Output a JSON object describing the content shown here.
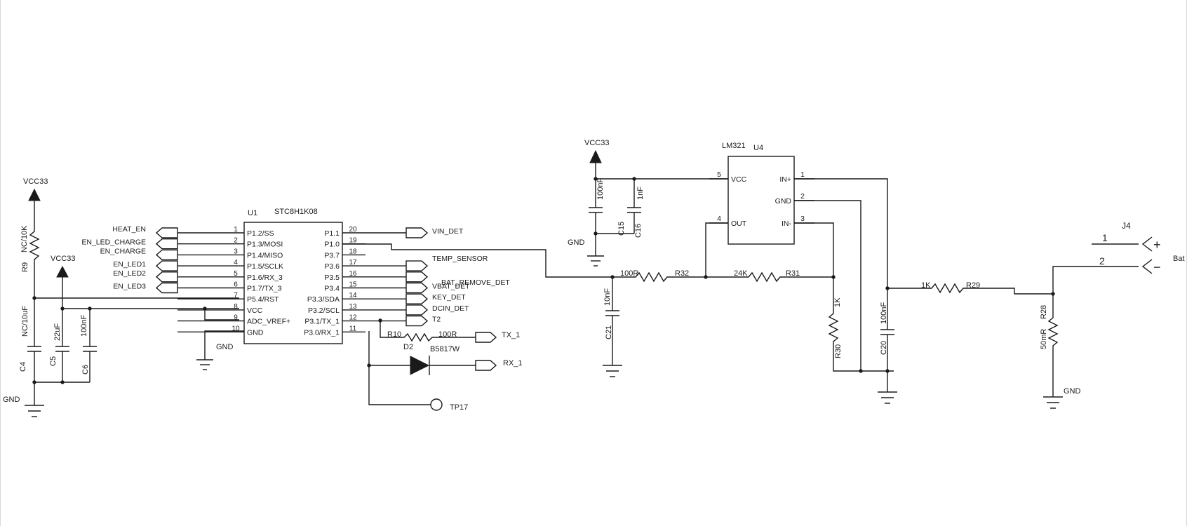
{
  "power": {
    "vcc33": "VCC33",
    "gnd": "GND"
  },
  "u1": {
    "ref": "U1",
    "part": "STC8H1K08",
    "left_pins": [
      {
        "num": "1",
        "name": "P1.2/SS"
      },
      {
        "num": "2",
        "name": "P1.3/MOSI"
      },
      {
        "num": "3",
        "name": "P1.4/MISO"
      },
      {
        "num": "4",
        "name": "P1.5/SCLK"
      },
      {
        "num": "5",
        "name": "P1.6/RX_3"
      },
      {
        "num": "6",
        "name": "P1.7/TX_3"
      },
      {
        "num": "7",
        "name": "P5.4/RST"
      },
      {
        "num": "8",
        "name": "VCC"
      },
      {
        "num": "9",
        "name": "ADC_VREF+"
      },
      {
        "num": "10",
        "name": "GND"
      }
    ],
    "right_pins": [
      {
        "num": "20",
        "name": "P1.1"
      },
      {
        "num": "19",
        "name": "P1.0"
      },
      {
        "num": "18",
        "name": "P3.7"
      },
      {
        "num": "17",
        "name": "P3.6"
      },
      {
        "num": "16",
        "name": "P3.5"
      },
      {
        "num": "15",
        "name": "P3.4"
      },
      {
        "num": "14",
        "name": "P3.3/SDA"
      },
      {
        "num": "13",
        "name": "P3.2/SCL"
      },
      {
        "num": "12",
        "name": "P3.1/TX_1"
      },
      {
        "num": "11",
        "name": "P3.0/RX_1"
      }
    ]
  },
  "left_nets": [
    "HEAT_EN",
    "EN_LED_CHARGE",
    "EN_CHARGE",
    "EN_LED1",
    "EN_LED2",
    "EN_LED3"
  ],
  "right_nets": [
    "VIN_DET",
    "TEMP_SENSOR",
    "BAT_REMOVE_DET",
    "VBAT_DET",
    "KEY_DET",
    "DCIN_DET",
    "T2"
  ],
  "r9": {
    "ref": "R9",
    "value": "NC/10K"
  },
  "c4": {
    "ref": "C4",
    "value": "NC/10uF"
  },
  "c5": {
    "ref": "C5",
    "value": "22uF"
  },
  "c6": {
    "ref": "C6",
    "value": "100nF"
  },
  "r10": {
    "ref": "R10",
    "value": "100R"
  },
  "d2": {
    "ref": "D2",
    "value": "B5817W"
  },
  "tx_net": "TX_1",
  "rx_net": "RX_1",
  "tp17": "TP17",
  "c15": {
    "ref": "C15",
    "value": "100nF"
  },
  "c16": {
    "ref": "C16",
    "value": "1nF"
  },
  "u4": {
    "ref": "U4",
    "part": "LM321",
    "pins": [
      {
        "num": "5",
        "name": "VCC"
      },
      {
        "num": "4",
        "name": "OUT"
      },
      {
        "num": "1",
        "name": "IN+"
      },
      {
        "num": "2",
        "name": "GND"
      },
      {
        "num": "3",
        "name": "IN-"
      }
    ]
  },
  "r32": {
    "ref": "R32",
    "value": "100R"
  },
  "r31": {
    "ref": "R31",
    "value": "24K"
  },
  "c21": {
    "ref": "C21",
    "value": "10nF"
  },
  "r30": {
    "ref": "R30",
    "value": "1K"
  },
  "c20": {
    "ref": "C20",
    "value": "100nF"
  },
  "r29": {
    "ref": "R29",
    "value": "1K"
  },
  "r28": {
    "ref": "R28",
    "value": "50mR"
  },
  "j4": {
    "ref": "J4",
    "pin1": "1",
    "pin2": "2",
    "label": "Bat",
    "plus": "+",
    "minus": "−"
  }
}
